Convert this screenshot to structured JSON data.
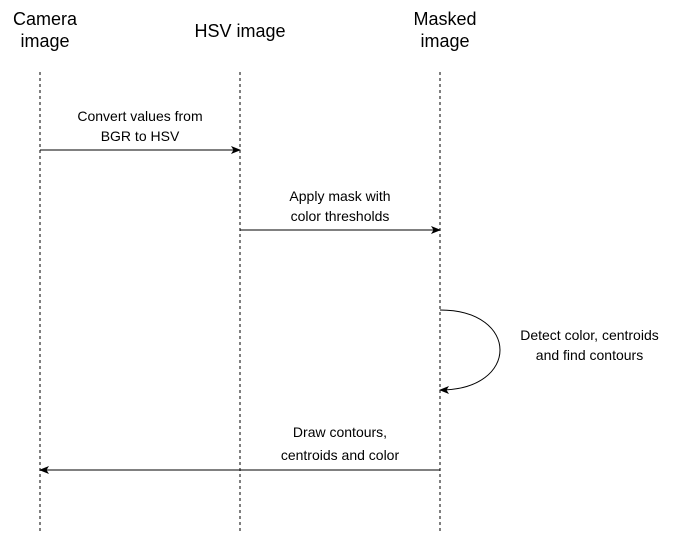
{
  "participants": {
    "camera": "Camera\nimage",
    "hsv": "HSV image",
    "masked": "Masked\nimage"
  },
  "messages": {
    "convert": "Convert values from\nBGR to HSV",
    "mask": "Apply mask with\ncolor thresholds",
    "detect": "Detect color, centroids\nand find contours",
    "draw": "Draw contours,\ncentroids and color"
  },
  "colors": {
    "line": "#000000",
    "background": "#ffffff"
  }
}
